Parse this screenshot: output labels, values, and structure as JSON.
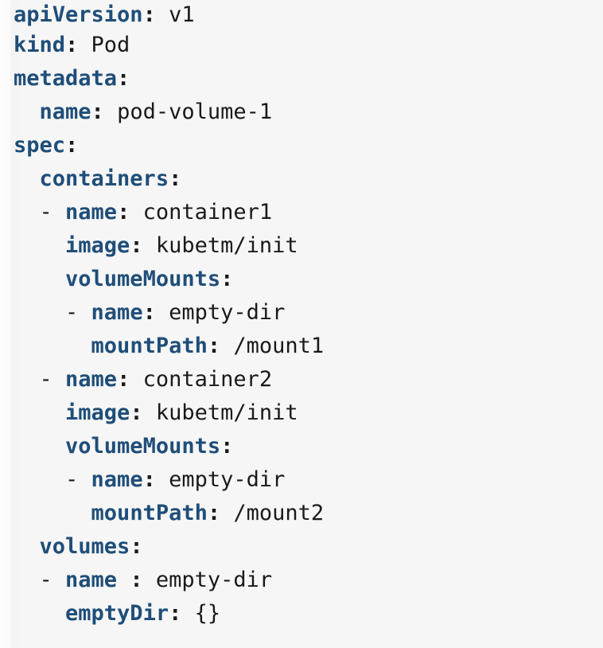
{
  "document": {
    "type": "yaml-code-block",
    "language": "yaml",
    "background_color": "#f6f6f6",
    "gutter_color": "#fdfdfd",
    "key_color": "#1f4e79",
    "value_color": "#1a1a1a",
    "raw_text": "apiVersion: v1\nkind: Pod\nmetadata:\n  name: pod-volume-1\nspec:\n  containers:\n  - name: container1\n    image: kubetm/init\n    volumeMounts:\n    - name: empty-dir\n      mountPath: /mount1\n  - name: container2\n    image: kubetm/init\n    volumeMounts:\n    - name: empty-dir\n      mountPath: /mount2\n  volumes:\n  - name : empty-dir\n    emptyDir: {}"
  },
  "lines": [
    {
      "indent": "",
      "dash": "",
      "key": "apiVersion",
      "sep": ": ",
      "value": "v1"
    },
    {
      "indent": "",
      "dash": "",
      "key": "kind",
      "sep": ": ",
      "value": "Pod"
    },
    {
      "indent": "",
      "dash": "",
      "key": "metadata",
      "sep": ":",
      "value": ""
    },
    {
      "indent": "  ",
      "dash": "",
      "key": "name",
      "sep": ": ",
      "value": "pod-volume-1"
    },
    {
      "indent": "",
      "dash": "",
      "key": "spec",
      "sep": ":",
      "value": ""
    },
    {
      "indent": "  ",
      "dash": "",
      "key": "containers",
      "sep": ":",
      "value": ""
    },
    {
      "indent": "  ",
      "dash": "- ",
      "key": "name",
      "sep": ": ",
      "value": "container1"
    },
    {
      "indent": "    ",
      "dash": "",
      "key": "image",
      "sep": ": ",
      "value": "kubetm/init"
    },
    {
      "indent": "    ",
      "dash": "",
      "key": "volumeMounts",
      "sep": ":",
      "value": ""
    },
    {
      "indent": "    ",
      "dash": "- ",
      "key": "name",
      "sep": ": ",
      "value": "empty-dir"
    },
    {
      "indent": "      ",
      "dash": "",
      "key": "mountPath",
      "sep": ": ",
      "value": "/mount1"
    },
    {
      "indent": "  ",
      "dash": "- ",
      "key": "name",
      "sep": ": ",
      "value": "container2"
    },
    {
      "indent": "    ",
      "dash": "",
      "key": "image",
      "sep": ": ",
      "value": "kubetm/init"
    },
    {
      "indent": "    ",
      "dash": "",
      "key": "volumeMounts",
      "sep": ":",
      "value": ""
    },
    {
      "indent": "    ",
      "dash": "- ",
      "key": "name",
      "sep": ": ",
      "value": "empty-dir"
    },
    {
      "indent": "      ",
      "dash": "",
      "key": "mountPath",
      "sep": ": ",
      "value": "/mount2"
    },
    {
      "indent": "  ",
      "dash": "",
      "key": "volumes",
      "sep": ":",
      "value": ""
    },
    {
      "indent": "  ",
      "dash": "- ",
      "key": "name",
      "sep": " : ",
      "value": "empty-dir"
    },
    {
      "indent": "    ",
      "dash": "",
      "key": "emptyDir",
      "sep": ": ",
      "value": "{}"
    }
  ]
}
